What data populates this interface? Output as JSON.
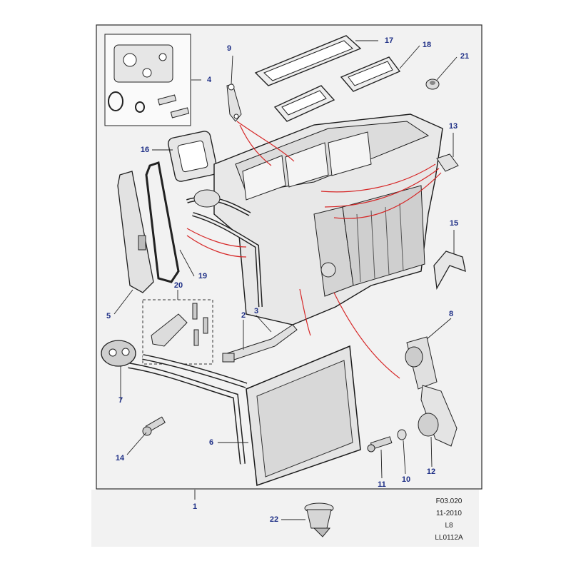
{
  "diagram": {
    "callouts": {
      "c1": "1",
      "c2": "2",
      "c3": "3",
      "c4": "4",
      "c5": "5",
      "c6": "6",
      "c7": "7",
      "c8": "8",
      "c9": "9",
      "c10": "10",
      "c11": "11",
      "c12": "12",
      "c13": "13",
      "c14": "14",
      "c15": "15",
      "c16": "16",
      "c17": "17",
      "c18": "18",
      "c19": "19",
      "c20": "20",
      "c21": "21",
      "c22": "22"
    },
    "reference": {
      "figure_code": "F03.020",
      "date": "11-2010",
      "model": "L8",
      "illustration_id": "LL0112A"
    },
    "colors": {
      "frame": "#2a2a2a",
      "panel_bg": "#f2f2f2",
      "line_art": "#1a1a1a",
      "callout_text": "#1e2f86",
      "leader_red": "#d62828"
    }
  }
}
